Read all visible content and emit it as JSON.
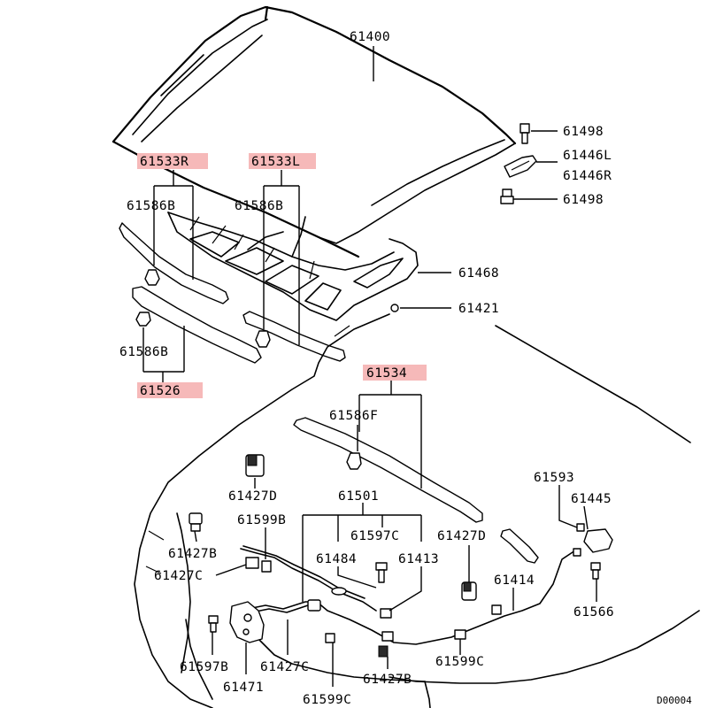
{
  "highlight_color": "#f6b9b9",
  "labels": {
    "p61400": "61400",
    "p61498a": "61498",
    "p61446l": "61446L",
    "p61446r": "61446R",
    "p61498b": "61498",
    "p61533r": "61533R",
    "p61533l": "61533L",
    "p61586b_1": "61586B",
    "p61586b_2": "61586B",
    "p61468": "61468",
    "p61421": "61421",
    "p61586b_3": "61586B",
    "p61526": "61526",
    "p61534": "61534",
    "p61586f": "61586F",
    "p61593": "61593",
    "p61445": "61445",
    "p61427d_1": "61427D",
    "p61501": "61501",
    "p61599b": "61599B",
    "p61597c": "61597C",
    "p61427d_2": "61427D",
    "p61427b_1": "61427B",
    "p61484": "61484",
    "p61413": "61413",
    "p61427c_1": "61427C",
    "p61414": "61414",
    "p61566": "61566",
    "p61597b": "61597B",
    "p61427c_2": "61427C",
    "p61599c_1": "61599C",
    "p61471": "61471",
    "p61427b_2": "61427B",
    "p61599c_2": "61599C",
    "code": "D00004"
  }
}
